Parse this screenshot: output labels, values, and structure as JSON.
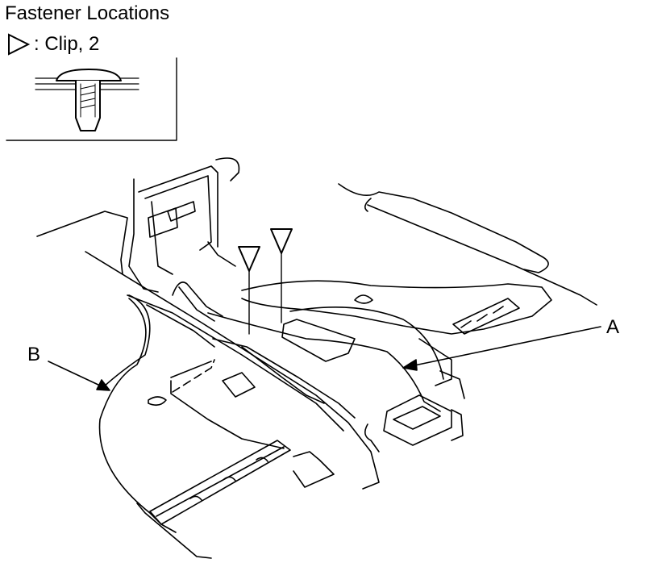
{
  "title": "Fastener Locations",
  "legend": {
    "symbol": "triangle-marker-icon",
    "text": ": Clip, 2"
  },
  "callouts": {
    "a": "A",
    "b": "B"
  }
}
